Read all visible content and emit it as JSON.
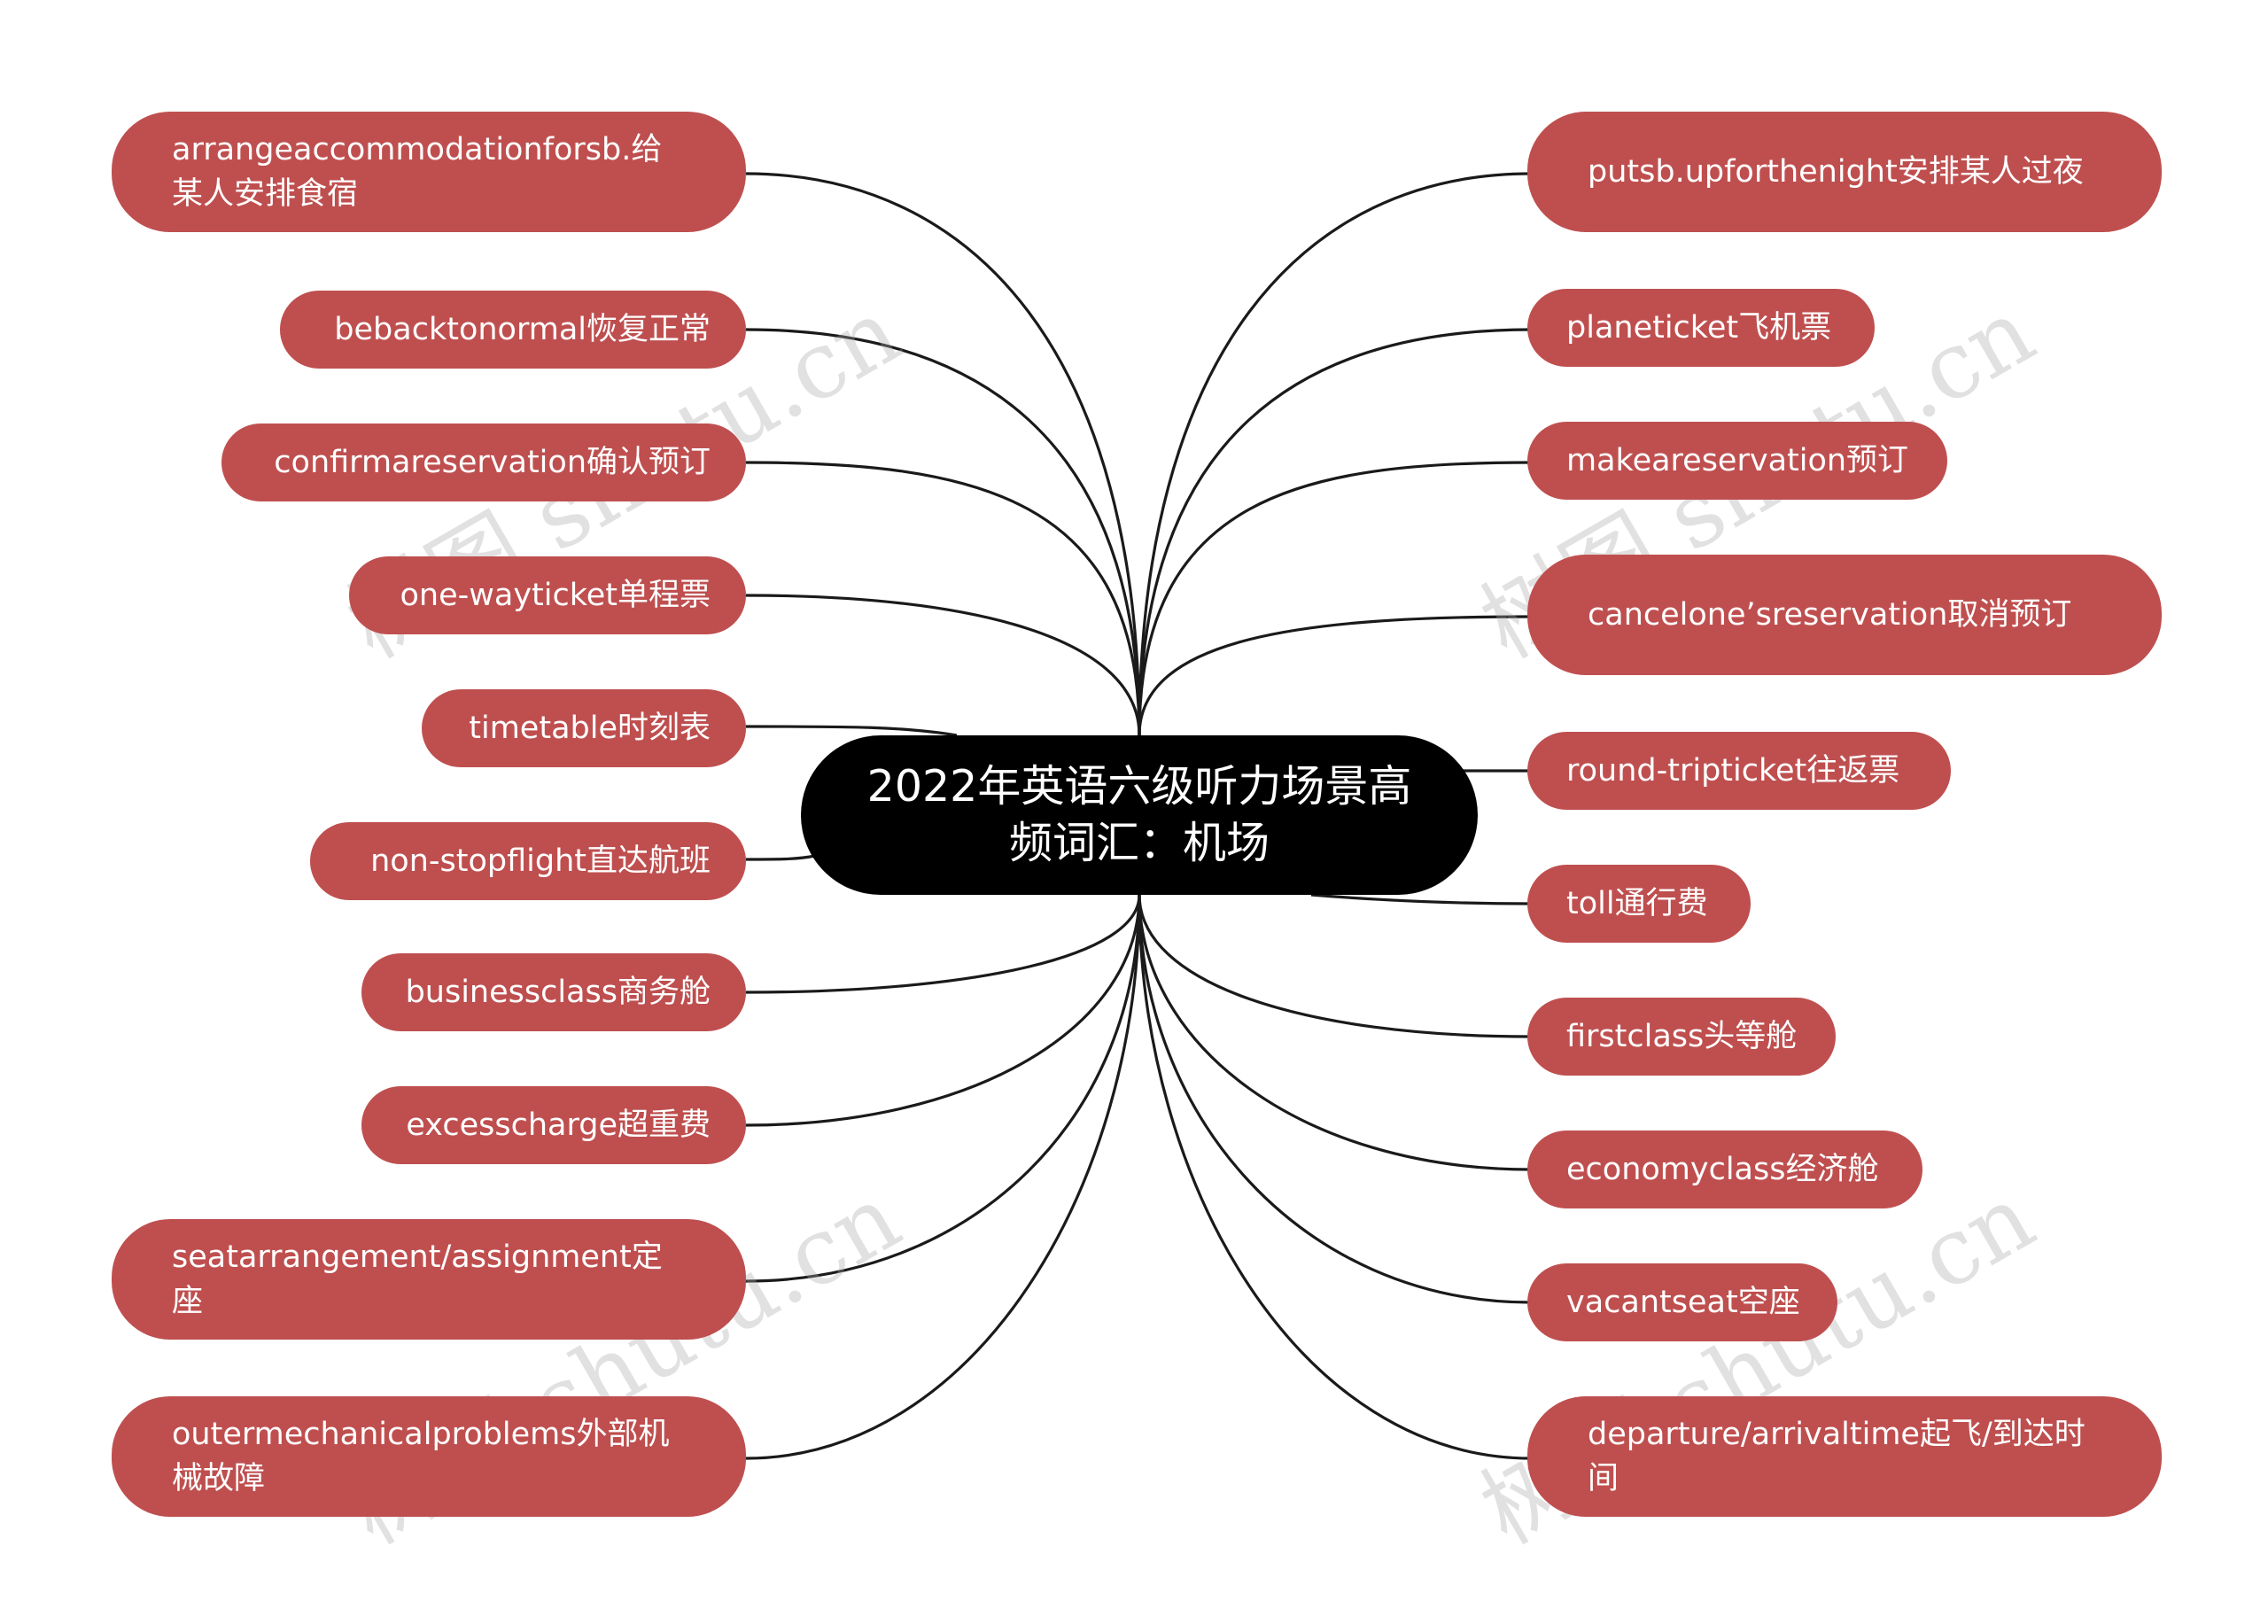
{
  "root": {
    "label": "2022年英语六级听力场景高频词汇：机场"
  },
  "left_nodes": [
    {
      "label": "arrangeaccommodationforsb.给某人安排食宿"
    },
    {
      "label": "bebacktonormal恢复正常"
    },
    {
      "label": "confirmareservation确认预订"
    },
    {
      "label": "one-wayticket单程票"
    },
    {
      "label": "timetable时刻表"
    },
    {
      "label": "non-stopflight直达航班"
    },
    {
      "label": "businessclass商务舱"
    },
    {
      "label": "excesscharge超重费"
    },
    {
      "label": "seatarrangement/assignment定座"
    },
    {
      "label": "outermechanicalproblems外部机械故障"
    }
  ],
  "right_nodes": [
    {
      "label": "putsb.upforthenight安排某人过夜"
    },
    {
      "label": "planeticket飞机票"
    },
    {
      "label": "makeareservation预订"
    },
    {
      "label": "cancelone’sreservation取消预订"
    },
    {
      "label": "round-tripticket往返票"
    },
    {
      "label": "toll通行费"
    },
    {
      "label": "firstclass头等舱"
    },
    {
      "label": "economyclass经济舱"
    },
    {
      "label": "vacantseat空座"
    },
    {
      "label": "departure/arrivaltime起飞/到达时间"
    }
  ],
  "watermark": {
    "text": "树图 shutu.cn"
  },
  "colors": {
    "node_fill": "#bf4f4f",
    "root_fill": "#000000",
    "line": "#1a1a1a"
  }
}
